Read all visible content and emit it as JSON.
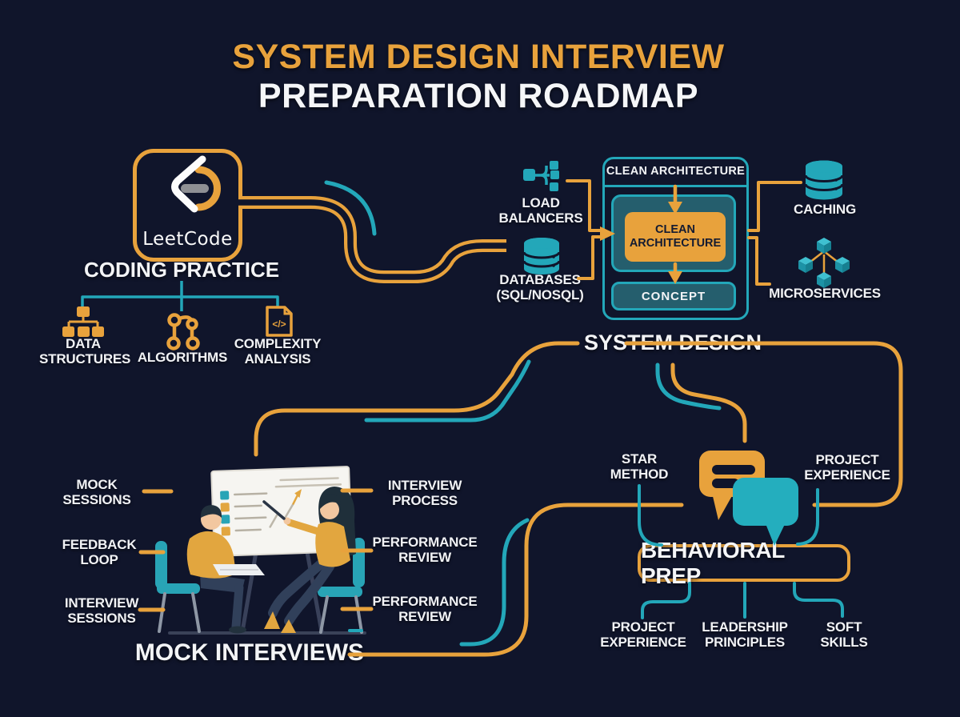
{
  "title": {
    "line1": "SYSTEM DESIGN INTERVIEW",
    "line2": "PREPARATION ROADMAP"
  },
  "coding_practice": {
    "logo": "LeetCode",
    "label": "CODING PRACTICE",
    "items": [
      {
        "label": "DATA STRUCTURES",
        "icon": "tree-structure-icon"
      },
      {
        "label": "ALGORITHMS",
        "icon": "graph-nodes-icon"
      },
      {
        "label": "COMPLEXITY ANALYSIS",
        "icon": "code-document-icon"
      }
    ]
  },
  "system_design": {
    "label": "SYSTEM DESIGN",
    "panel": {
      "header": "CLEAN ARCHITECTURE",
      "core": "CLEAN ARCHITECTURE",
      "concept": "CONCEPT"
    },
    "left": [
      {
        "label": "LOAD BALANCERS",
        "icon": "load-balancer-icon"
      },
      {
        "label": "DATABASES (SQL/NOSQL)",
        "icon": "database-icon"
      }
    ],
    "right": [
      {
        "label": "CACHING",
        "icon": "cache-icon"
      },
      {
        "label": "MICROSERVICES",
        "icon": "microservices-icon"
      }
    ]
  },
  "mock_interviews": {
    "label": "MOCK INTERVIEWS",
    "illustration": "two-people-whiteboard-mock-interview",
    "left": [
      "MOCK SESSIONS",
      "FEEDBACK LOOP",
      "INTERVIEW SESSIONS"
    ],
    "right": [
      "INTERVIEW PROCESS",
      "PERFORMANCE REVIEW",
      "PERFORMANCE REVIEW"
    ]
  },
  "behavioral_prep": {
    "label": "BEHAVIORAL PREP",
    "icon": "chat-bubbles-icon",
    "top": [
      "STAR METHOD",
      "PROJECT EXPERIENCE"
    ],
    "bottom": [
      "PROJECT EXPERIENCE",
      "LEADERSHIP PRINCIPLES",
      "SOFT SKILLS"
    ]
  },
  "colors": {
    "background": "#10152B",
    "orange": "#E8A23C",
    "teal": "#23A7B9",
    "panel_fill": "#255E6D",
    "text": "#F3F4F6"
  }
}
